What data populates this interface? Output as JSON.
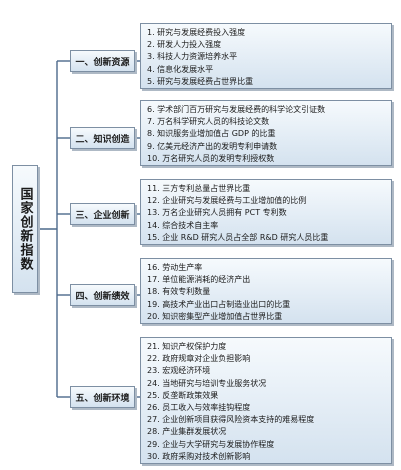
{
  "root": {
    "label": "国家创新指数"
  },
  "categories": [
    {
      "label": "一、创新资源",
      "items": [
        "1. 研究与发展经费投入强度",
        "2. 研发人力投入强度",
        "3. 科技人力资源培养水平",
        "4. 信息化发展水平",
        "5. 研究与发展经费占世界比重"
      ]
    },
    {
      "label": "二、知识创造",
      "items": [
        "6. 学术部门百万研究与发展经费的科学论文引证数",
        "7. 万名科学研究人员的科技论文数",
        "8. 知识服务业增加值占 GDP 的比重",
        "9. 亿美元经济产出的发明专利申请数",
        "10. 万名研究人员的发明专利授权数"
      ]
    },
    {
      "label": "三、企业创新",
      "items": [
        "11. 三方专利总量占世界比重",
        "12. 企业研究与发展经费与工业增加值的比例",
        "13. 万名企业研究人员拥有 PCT 专利数",
        "14. 综合技术自主率",
        "15. 企业 R&D 研究人员占全部 R&D 研究人员比重"
      ]
    },
    {
      "label": "四、创新绩效",
      "items": [
        "16. 劳动生产率",
        "17. 单位能源消耗的经济产出",
        "18. 有效专利数量",
        "19. 高技术产业出口占制造业出口的比重",
        "20. 知识密集型产业增加值占世界比重"
      ]
    },
    {
      "label": "五、创新环境",
      "items": [
        "21. 知识产权保护力度",
        "22. 政府规章对企业负担影响",
        "23. 宏观经济环境",
        "24. 当地研究与培训专业服务状况",
        "25. 反垄断政策效果",
        "26. 员工收入与效率挂钩程度",
        "27. 企业创新项目获得风险资本支持的难易程度",
        "28. 产业集群发展状况",
        "29. 企业与大学研究与发展协作程度",
        "30. 政府采购对技术创新影响"
      ]
    }
  ],
  "colors": {
    "line": "#4d6a8c",
    "box_border": "#7d8fa3"
  }
}
